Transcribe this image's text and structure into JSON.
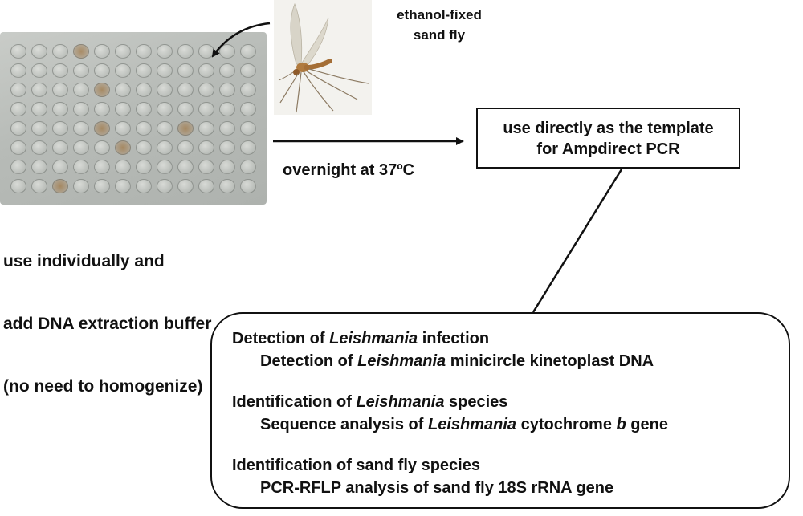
{
  "fly_label": [
    "ethanol-fixed",
    "sand fly"
  ],
  "plate_caption": [
    "use individually and",
    "add DNA extraction buffer",
    "(no need to homogenize)"
  ],
  "overnight_label": "overnight at 37ºC",
  "template_box": [
    "use directly as the template",
    "for Ampdirect PCR"
  ],
  "analysis": [
    {
      "title_pre": "Detection of ",
      "title_italic": "Leishmania",
      "title_post": " infection",
      "sub_pre": "Detection of ",
      "sub_italic": "Leishmania",
      "sub_post": " minicircle kinetoplast DNA",
      "sub_italic2": "",
      "sub_post2": ""
    },
    {
      "title_pre": "Identification of ",
      "title_italic": "Leishmania",
      "title_post": " species",
      "sub_pre": "Sequence analysis of ",
      "sub_italic": "Leishmania",
      "sub_post": " cytochrome ",
      "sub_italic2": "b",
      "sub_post2": " gene"
    },
    {
      "title_pre": "Identification of sand fly species",
      "title_italic": "",
      "title_post": "",
      "sub_pre": "PCR-RFLP analysis of sand fly 18S rRNA gene",
      "sub_italic": "",
      "sub_post": "",
      "sub_italic2": "",
      "sub_post2": ""
    }
  ]
}
